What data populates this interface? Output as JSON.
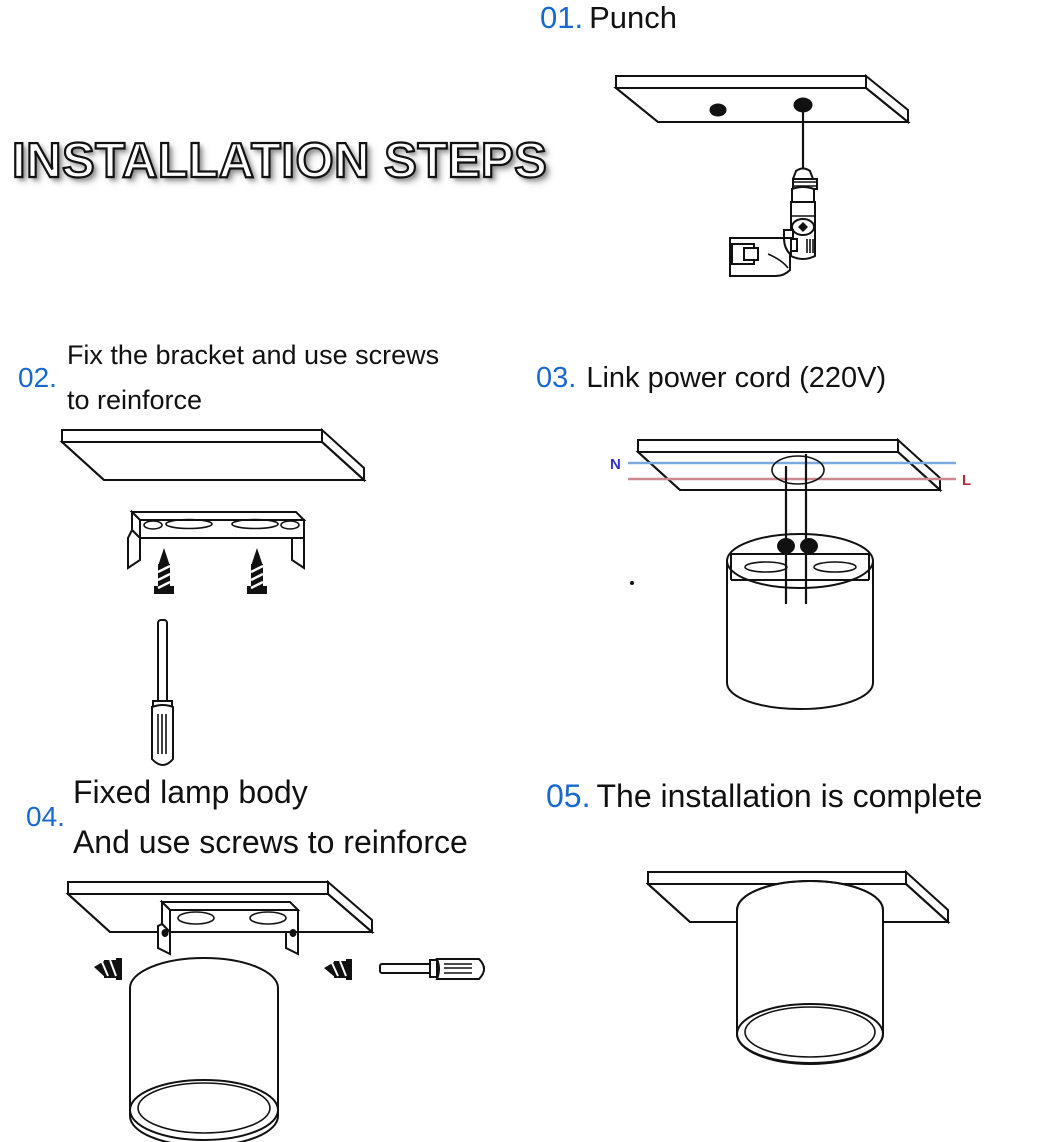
{
  "title": "INSTALLATION STEPS",
  "colors": {
    "step_number": "#1769d0",
    "text": "#111111",
    "neutral_line": "#7aa9dd",
    "live_line": "#cc8a90",
    "neutral_label": "#3333cc",
    "live_label": "#a8323f",
    "background": "#ffffff"
  },
  "steps": [
    {
      "number": "01.",
      "lines": [
        "Punch"
      ],
      "illustration": {
        "name": "ceiling-drill-holes",
        "parts": [
          "ceiling-slab",
          "hole-left",
          "hole-right",
          "drill-bit",
          "electric-drill"
        ]
      }
    },
    {
      "number": "02.",
      "lines": [
        "Fix the bracket and use screws",
        "to reinforce"
      ],
      "illustration": {
        "name": "bracket-screws-screwdriver",
        "parts": [
          "ceiling-slab",
          "mounting-bracket",
          "screw-left",
          "screw-right",
          "screwdriver-vertical"
        ]
      }
    },
    {
      "number": "03.",
      "lines": [
        "Link power cord (220V)"
      ],
      "illustration": {
        "name": "wiring-diagram",
        "parts": [
          "ceiling-slab",
          "neutral-line",
          "live-line",
          "wire-left",
          "wire-right",
          "lamp-cylinder",
          "bracket-bar"
        ],
        "labels": {
          "neutral": "N",
          "live": "L"
        }
      }
    },
    {
      "number": "04.",
      "lines": [
        "Fixed lamp body",
        "And use screws to reinforce"
      ],
      "illustration": {
        "name": "fix-lamp-body",
        "parts": [
          "ceiling-slab",
          "mounted-bracket",
          "screw-left",
          "screw-right",
          "screwdriver-horizontal",
          "lamp-cylinder"
        ]
      }
    },
    {
      "number": "05.",
      "lines": [
        "The installation is complete"
      ],
      "illustration": {
        "name": "installation-complete",
        "parts": [
          "ceiling-slab",
          "lamp-cylinder-mounted",
          "lens-ring"
        ]
      }
    }
  ]
}
